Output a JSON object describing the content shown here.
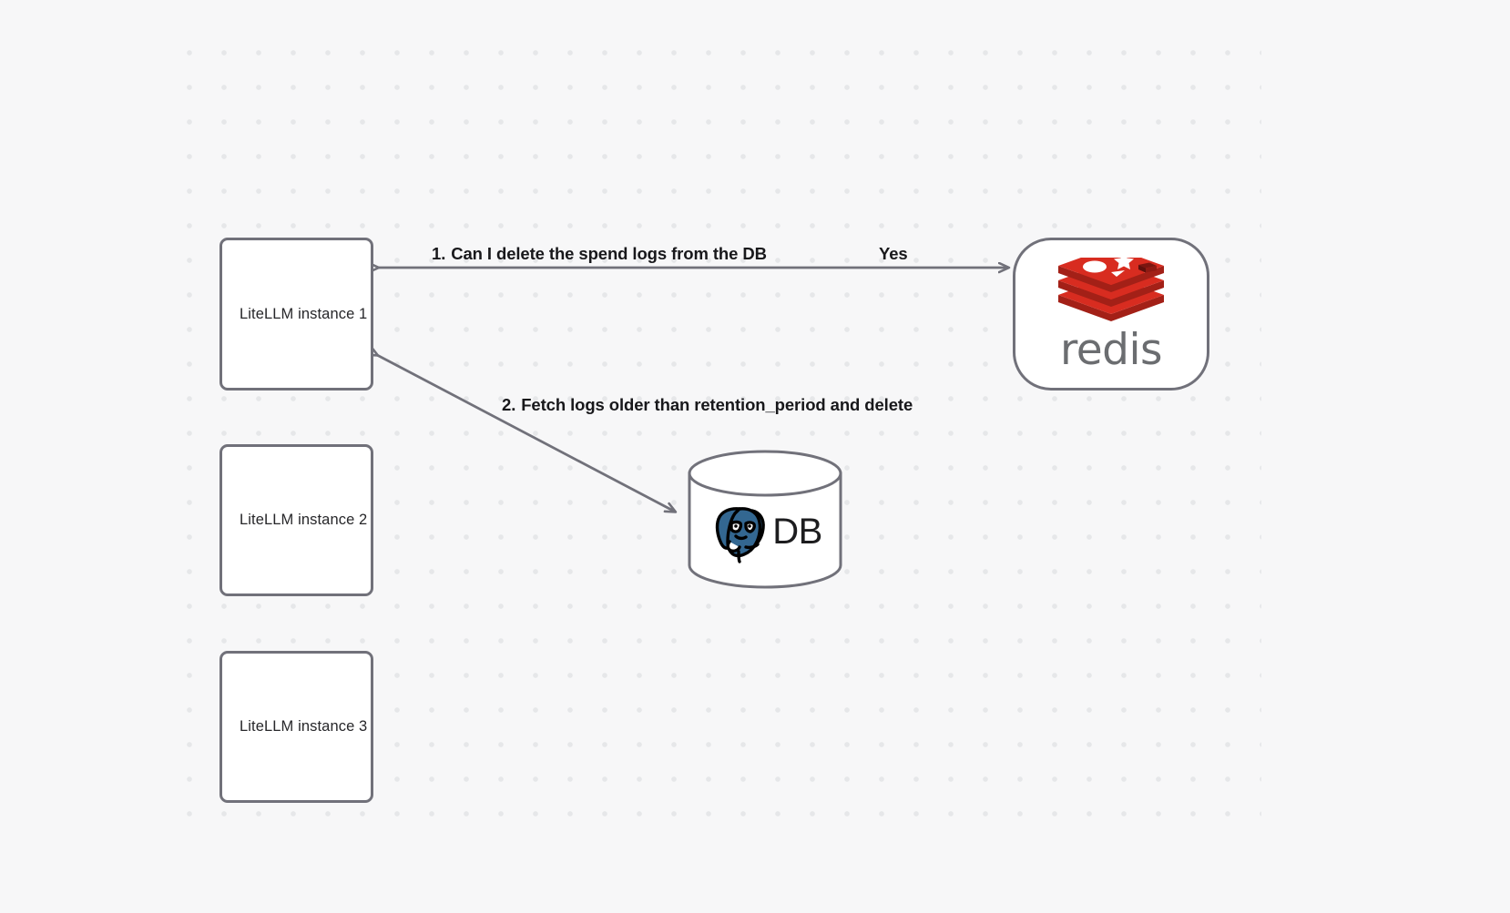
{
  "canvas": {
    "background_color": "#f7f7f8",
    "grid": "dot-grid",
    "grid_dot_color": "#e6e7e9"
  },
  "nodes": {
    "litellm_instances": [
      {
        "id": "litellm-1",
        "label": "LiteLLM instance 1"
      },
      {
        "id": "litellm-2",
        "label": "LiteLLM instance 2"
      },
      {
        "id": "litellm-3",
        "label": "LiteLLM instance 3"
      }
    ],
    "redis": {
      "id": "redis",
      "wordmark": "redis",
      "logo": "redis-logo-icon",
      "logo_color": "#d82c20",
      "wordmark_color": "#6b6d70"
    },
    "database": {
      "id": "database",
      "label": "DB",
      "logo": "postgresql-elephant-icon",
      "logo_color": "#336791",
      "shape": "cylinder"
    }
  },
  "edges": [
    {
      "id": "edge-redis-to-litellm-1",
      "from": "litellm-1",
      "to": "redis",
      "label": "Can I delete the spend logs from the DB",
      "step": "1.",
      "reply_label": "Yes",
      "direction": "bidirectional"
    },
    {
      "id": "edge-litellm-1-to-database",
      "from": "litellm-1",
      "to": "database",
      "label": "Fetch logs older than retention_period and delete",
      "step": "2.",
      "direction": "bidirectional"
    }
  ],
  "stroke": {
    "edge_color": "#71717a",
    "node_border_color": "#71717a"
  }
}
